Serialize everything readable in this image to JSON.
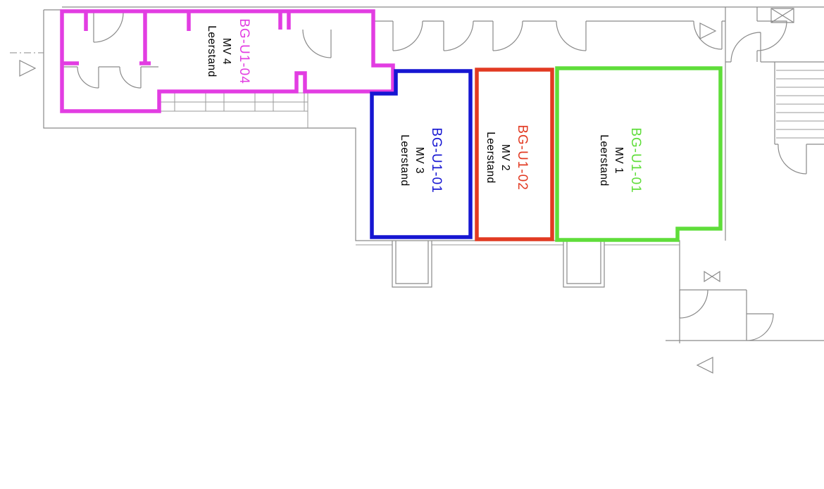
{
  "plan": {
    "background": "#ffffff",
    "wall_line_color": "#8a8a8a",
    "label_text_color": "#000000"
  },
  "units": [
    {
      "id": "BG-U1-04",
      "mv_label": "MV 4",
      "status": "Leerstand",
      "color": "#e23de2"
    },
    {
      "id": "BG-U1-01",
      "mv_label": "MV 3",
      "status": "Leerstand",
      "color": "#1616d2"
    },
    {
      "id": "BG-U1-02",
      "mv_label": "MV 2",
      "status": "Leerstand",
      "color": "#e23a22"
    },
    {
      "id": "BG-U1-01",
      "mv_label": "MV 1",
      "status": "Leerstand",
      "color": "#5fdd3a"
    }
  ]
}
